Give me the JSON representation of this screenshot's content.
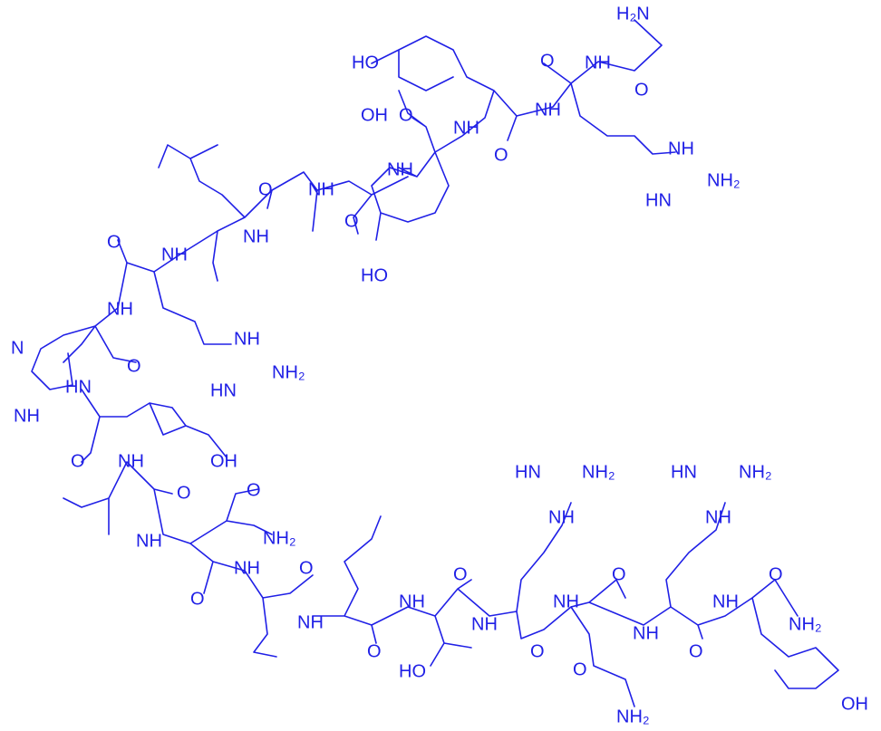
{
  "molecule": {
    "color": "#2020e6",
    "background": "#ffffff",
    "atom_labels": {
      "h2n_top": "H₂N",
      "nh_ala1": "NH",
      "o_ala1": "O",
      "nh_arg2": "NH",
      "o_arg2": "O",
      "ho_tyr3": "HO",
      "nh_guan2": "NH",
      "nh2_guan2": "NH₂",
      "hn_guan2": "HN",
      "oh_ser": "OH",
      "o_ser": "O",
      "nh_tyr4": "NH",
      "nh_ser": "NH",
      "o_tyr4": "O",
      "nh_ala6": "NH",
      "o_ala6": "O",
      "nh_leu7": "NH",
      "o_leu7": "O",
      "ho_tyr4": "HO",
      "o_arg8": "O",
      "nh_arg8": "NH",
      "nh_his": "NH",
      "n_imid": "N",
      "nh_imid": "NH",
      "o_his": "O",
      "nh_guan8": "NH",
      "nh2_guan8": "NH₂",
      "hn_guan8": "HN",
      "hn_tyr10": "HN",
      "o_tyr10": "O",
      "nh_ile": "NH",
      "oh_tyr10": "OH",
      "o_ile": "O",
      "o_asn": "O",
      "nh_asn": "NH",
      "nh2_asn": "NH₂",
      "o_asn_bb": "O",
      "nh_leu": "NH",
      "o_leu": "O",
      "nh_ile2": "NH",
      "o_ile2": "O",
      "nh_thr": "NH",
      "ho_thr": "HO",
      "o_thr": "O",
      "nh_arg_b1": "NH",
      "o_arg_b1": "O",
      "nh_gln": "NH",
      "o_gln": "O",
      "nh_arg_b2": "NH",
      "o_arg_b2": "O",
      "nh_tyr_c": "NH",
      "o_tyr_c": "O",
      "nh2_cterm": "NH₂",
      "nh2_gln": "NH₂",
      "o_gln_sc": "O",
      "oh_tyr_c": "OH",
      "hn_guan_b1": "HN",
      "nh2_guan_b1": "NH₂",
      "nh_guan_b1": "NH",
      "hn_guan_b2": "HN",
      "nh2_guan_b2": "NH₂",
      "nh_guan_b2": "NH"
    }
  }
}
